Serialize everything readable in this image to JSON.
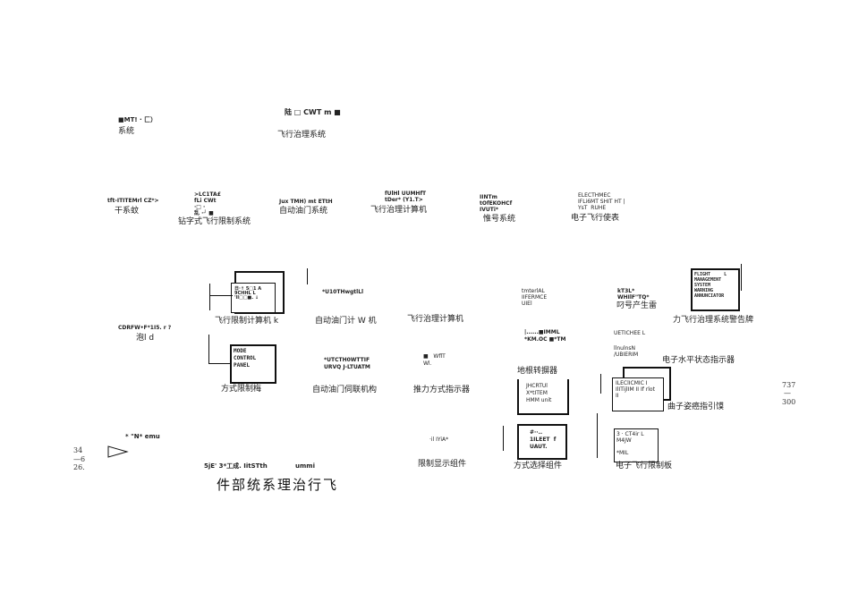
{
  "top": {
    "left_code": "■MT! · 匚）",
    "left_label": "系统",
    "center_code": "陆 □ CWT  m ■",
    "center_label": "飞行治理系统"
  },
  "subsystems": [
    {
      "code": "tft-ITITEMrl CZ*>",
      "label": "干系蚊"
    },
    {
      "code": ">LC1TA£\nfLi CWt\n·□ ·\n乱 ·┘ ■",
      "label": "钻字式飞行限制系统"
    },
    {
      "code": "Jux TMH) mt ETtH",
      "label": "自动油门系统"
    },
    {
      "code": "fUlHl UUMHfT\ntDer* (Y1.T>",
      "label": "飞行治理计算机"
    },
    {
      "code": "IINTm\ntOfEKOHCf\nIVUTi*",
      "label": "惟号系统"
    },
    {
      "code": "ELECTHMEC\nIFLi6MT SHIT HT |\nYsT  RUHE",
      "label": "电子飞行使表"
    }
  ],
  "components": {
    "fmc_label": "飞行限制计算机 k",
    "at_computer_code": "*U10THwgtlLl",
    "at_computer_label": "自动油门计 W 机",
    "fmc2_label": "飞行治理计算机",
    "interface_code": "tmterlAL\nIIFERMCE\nUIEl",
    "interface_code2": "|......■IMML\n*KM.OC ■*TM",
    "aural_code": "kT3L*\nWHIlF\"TQ*",
    "aural_label": "叼号产生雷",
    "fms_warning_panel": "FLIGHT     L\nMANAGEMENT\nSYSTEM\nWARNING\nANNUNCIATOR",
    "fms_warning_label": "力飞行治理系统警告牌",
    "cdu_code": "CDRFW•F*1I5. r ?",
    "cdu_label": "泡l d",
    "mode_panel": "MODE\nCONTROL\nPANEL",
    "mode_label": "方式限制梅",
    "servo_code": "*UTCTH0WTTIF\nURVQ J-LTUATM",
    "servo_label": "自动油门伺联机构",
    "thrust_code": "■   WflT\nWl.",
    "thrust_label": "推力方式指示器",
    "ground_label": "地根转摒器",
    "ground_box": "JHCRTUl\nX*tITEM\nHMM unit",
    "ehsi_code": "UETICHEE L",
    "ehsi_code2": "llnulnsN\n/UBIERIM",
    "ehsi_label": "电子水平状态指示器",
    "eadi_box": "ILEClICMIC I\nIlITijlIM II If rlot\nII",
    "eadi_label": "曲子姿癌指引馍",
    "sym_box": "3 · CT4ir L\nM4JW\n\n*MIL",
    "sym_label": "电子飞行限制板",
    "mode_sel_box": "#··..\n1ILEET  f\nUAUT.",
    "mode_sel_label": "方式选择组件",
    "limit_code": "·il IYiA*",
    "limit_label": "限制显示组件",
    "bottom_left_code": "* \"N* emu",
    "bottom_code_a": "5jE' 3*工成. IitSTth",
    "bottom_code_b": "ummi",
    "bottom_title": "件部统系理治行飞"
  },
  "margin_numbers": {
    "left_top": "34",
    "left_mid": "—6",
    "left_bot": "26.",
    "right_top": "737",
    "right_mid": "—",
    "right_bot": "300"
  }
}
